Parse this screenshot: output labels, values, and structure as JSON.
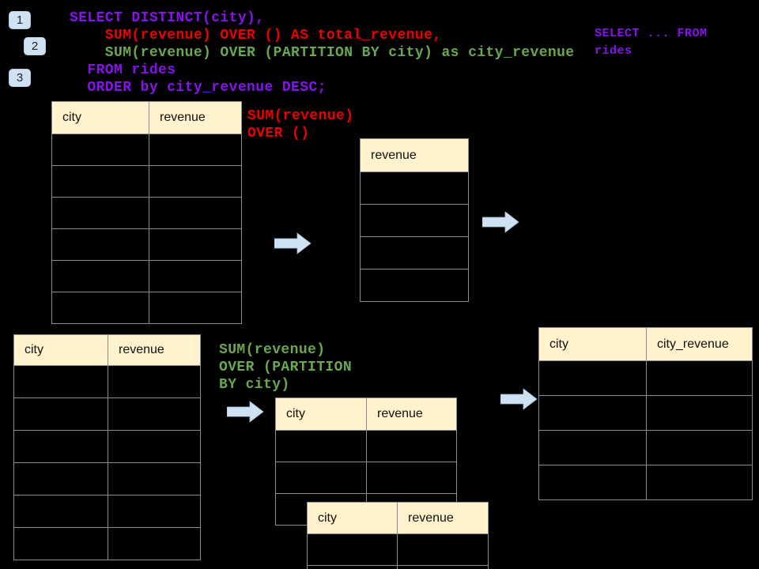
{
  "badges": [
    {
      "label": "1"
    },
    {
      "label": "2"
    },
    {
      "label": "3"
    }
  ],
  "code": {
    "lines": [
      {
        "text": "SELECT DISTINCT(city),",
        "color": "purple"
      },
      {
        "text": "    SUM(revenue) OVER () AS total_revenue,",
        "color": "red"
      },
      {
        "text": "    SUM(revenue) OVER (PARTITION BY city) as city_revenue",
        "color": "green"
      },
      {
        "text": "  FROM rides",
        "color": "purple"
      },
      {
        "text": "  ORDER by city_revenue DESC;",
        "color": "purple"
      }
    ]
  },
  "side_code": {
    "text": "SELECT ... FROM\nrides",
    "color": "purple"
  },
  "annotations": {
    "total": {
      "text": "SUM(revenue)\nOVER ()",
      "color": "red"
    },
    "partition": {
      "text": "SUM(revenue)\nOVER (PARTITION\nBY city)",
      "color": "green"
    }
  },
  "tables": {
    "t1": {
      "headers": [
        "city",
        "revenue"
      ],
      "empty_rows": 6
    },
    "t2": {
      "headers": [
        "revenue"
      ],
      "empty_rows": 4
    },
    "t3": {
      "headers": [
        "city",
        "revenue"
      ],
      "empty_rows": 6
    },
    "t4": {
      "headers": [
        "city",
        "revenue"
      ],
      "empty_rows": 3
    },
    "t5": {
      "headers": [
        "city",
        "revenue"
      ],
      "empty_rows": 2
    },
    "t6": {
      "headers": [
        "city",
        "city_revenue"
      ],
      "empty_rows": 4
    }
  },
  "colors": {
    "background": "#000000",
    "code_purple": "#8712ec",
    "code_red": "#ee0000",
    "code_green": "#6aa84f",
    "table_header_bg": "#fff2cc",
    "table_border": "#8e8e8e",
    "arrow_fill": "#cfe2f3",
    "badge_bg": "#cfe2f3"
  }
}
